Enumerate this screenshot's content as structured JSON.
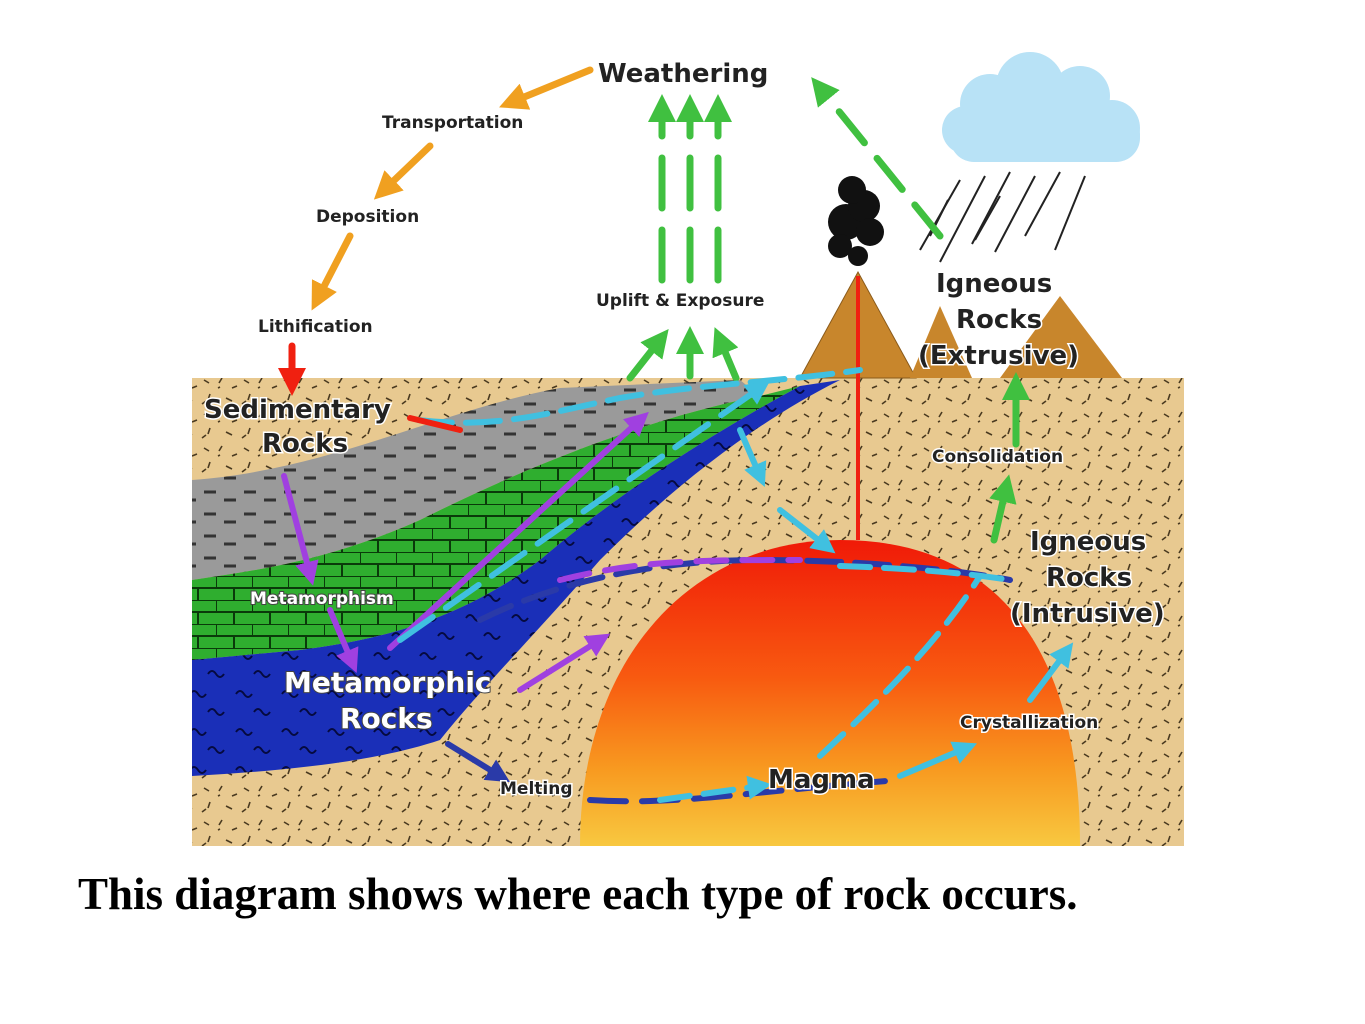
{
  "labels": {
    "weathering": "Weathering",
    "transportation": "Transportation",
    "deposition": "Deposition",
    "lithification": "Lithification",
    "uplift": "Uplift & Exposure",
    "sedimentary_1": "Sedimentary",
    "sedimentary_2": "Rocks",
    "metamorphism": "Metamorphism",
    "metamorphic_1": "Metamorphic",
    "metamorphic_2": "Rocks",
    "melting": "Melting",
    "magma": "Magma",
    "crystallization": "Crystallization",
    "igneous_ext_1": "Igneous",
    "igneous_ext_2": "Rocks",
    "igneous_ext_3": "(Extrusive)",
    "consolidation": "Consolidation",
    "igneous_int_1": "Igneous",
    "igneous_int_2": "Rocks",
    "igneous_int_3": "(Intrusive)"
  },
  "caption": "This diagram shows where each type of rock occurs.",
  "colors": {
    "ground": "#e8c990",
    "sediment_gray": "#9a9a9a",
    "sediment_green": "#2fae2f",
    "metamorphic_blue": "#1a2fb8",
    "magma_red": "#f03010",
    "magma_orange": "#f88a10",
    "magma_yellow": "#f8c840",
    "mountain": "#c8862c",
    "cloud": "#9fd4ee",
    "arrow_orange": "#f0a020",
    "arrow_green": "#40c040",
    "arrow_purple": "#a040e0",
    "arrow_cyan": "#40c0e0",
    "arrow_red": "#f02010"
  }
}
